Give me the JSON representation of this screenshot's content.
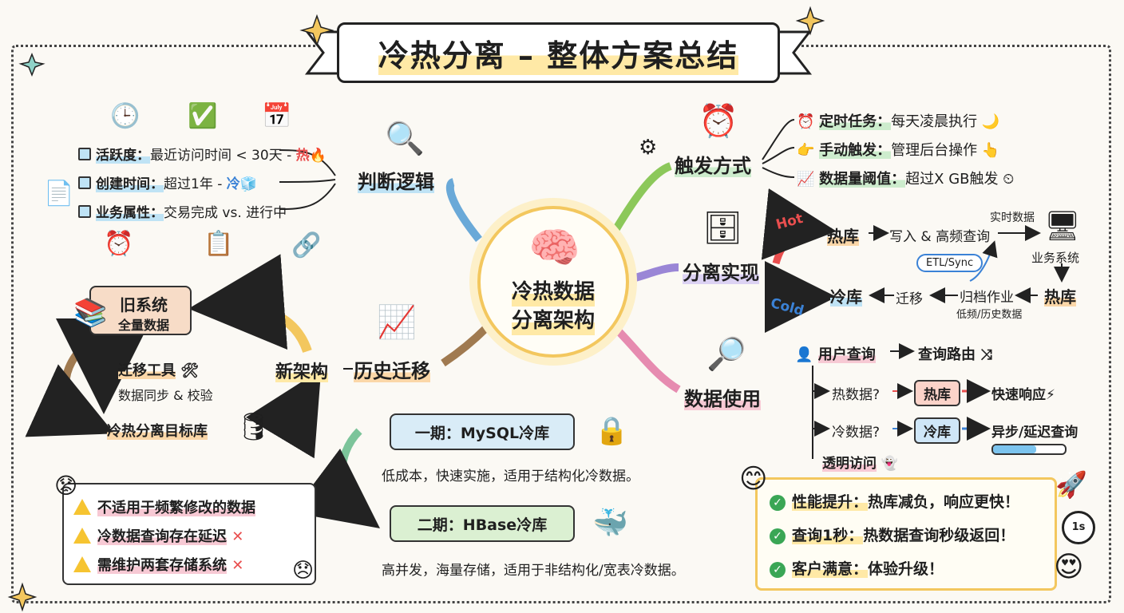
{
  "title": "冷热分离 – 整体方案总结",
  "center": {
    "line1": "冷热数据",
    "line2": "分离架构"
  },
  "judge": {
    "title": "判断逻辑",
    "items": [
      {
        "label": "活跃度：",
        "text": "最近访问时间 < 30天 - ",
        "tag": "热"
      },
      {
        "label": "创建时间：",
        "text": "超过1年 - ",
        "tag": "冷"
      },
      {
        "label": "业务属性：",
        "text": "交易完成 vs. 进行中",
        "tag": ""
      }
    ]
  },
  "trigger": {
    "title": "触发方式",
    "items": [
      {
        "label": "定时任务：",
        "text": "每天凌晨执行"
      },
      {
        "label": "手动触发：",
        "text": "管理后台操作"
      },
      {
        "label": "数据量阈值：",
        "text": "超过X GB触发"
      }
    ]
  },
  "separation": {
    "title": "分离实现",
    "hot_tag": "Hot",
    "cold_tag": "Cold",
    "hot_db": "热库",
    "hot_flow": "写入 & 高频查询",
    "realtime": "实时数据",
    "business": "业务系统",
    "etl": "ETL/Sync",
    "cold_db": "冷库",
    "migrate": "迁移",
    "archive": "归档作业",
    "archive_sub": "低频/历史数据",
    "hot_db2": "热库"
  },
  "usage": {
    "title": "数据使用",
    "user_query": "用户查询",
    "route": "查询路由",
    "hot_q": "热数据?",
    "hot_db": "热库",
    "fast": "快速响应",
    "cold_q": "冷数据?",
    "cold_db": "冷库",
    "async": "异步/延迟查询",
    "transparent": "透明访问",
    "progress": 0.6
  },
  "migration": {
    "title": "历史迁移",
    "new_arch": "新架构",
    "old_sys1": "旧系统",
    "old_sys2": "全量数据",
    "tool": "迁移工具",
    "tool_sub": "数据同步 & 校验",
    "target": "冷热分离目标库"
  },
  "phases": [
    {
      "title": "一期：MySQL冷库",
      "desc": "低成本，快速实施，适用于结构化冷数据。"
    },
    {
      "title": "二期：HBase冷库",
      "desc": "高并发，海量存储，适用于非结构化/宽表冷数据。"
    }
  ],
  "warnings": [
    "不适用于频繁修改的数据",
    "冷数据查询存在延迟",
    "需维护两套存储系统"
  ],
  "benefits": [
    {
      "label": "性能提升：",
      "text": "热库减负，响应更快！"
    },
    {
      "label": "查询1秒：",
      "text": "热数据查询秒级返回！"
    },
    {
      "label": "客户满意：",
      "text": "体验升级！"
    }
  ],
  "stopwatch_label": "1s",
  "colors": {
    "accent_yellow": "#f3c75e",
    "hot": "#e94e4e",
    "cold": "#3b82d6",
    "ok": "#3aa655",
    "warn": "#f6c431"
  }
}
